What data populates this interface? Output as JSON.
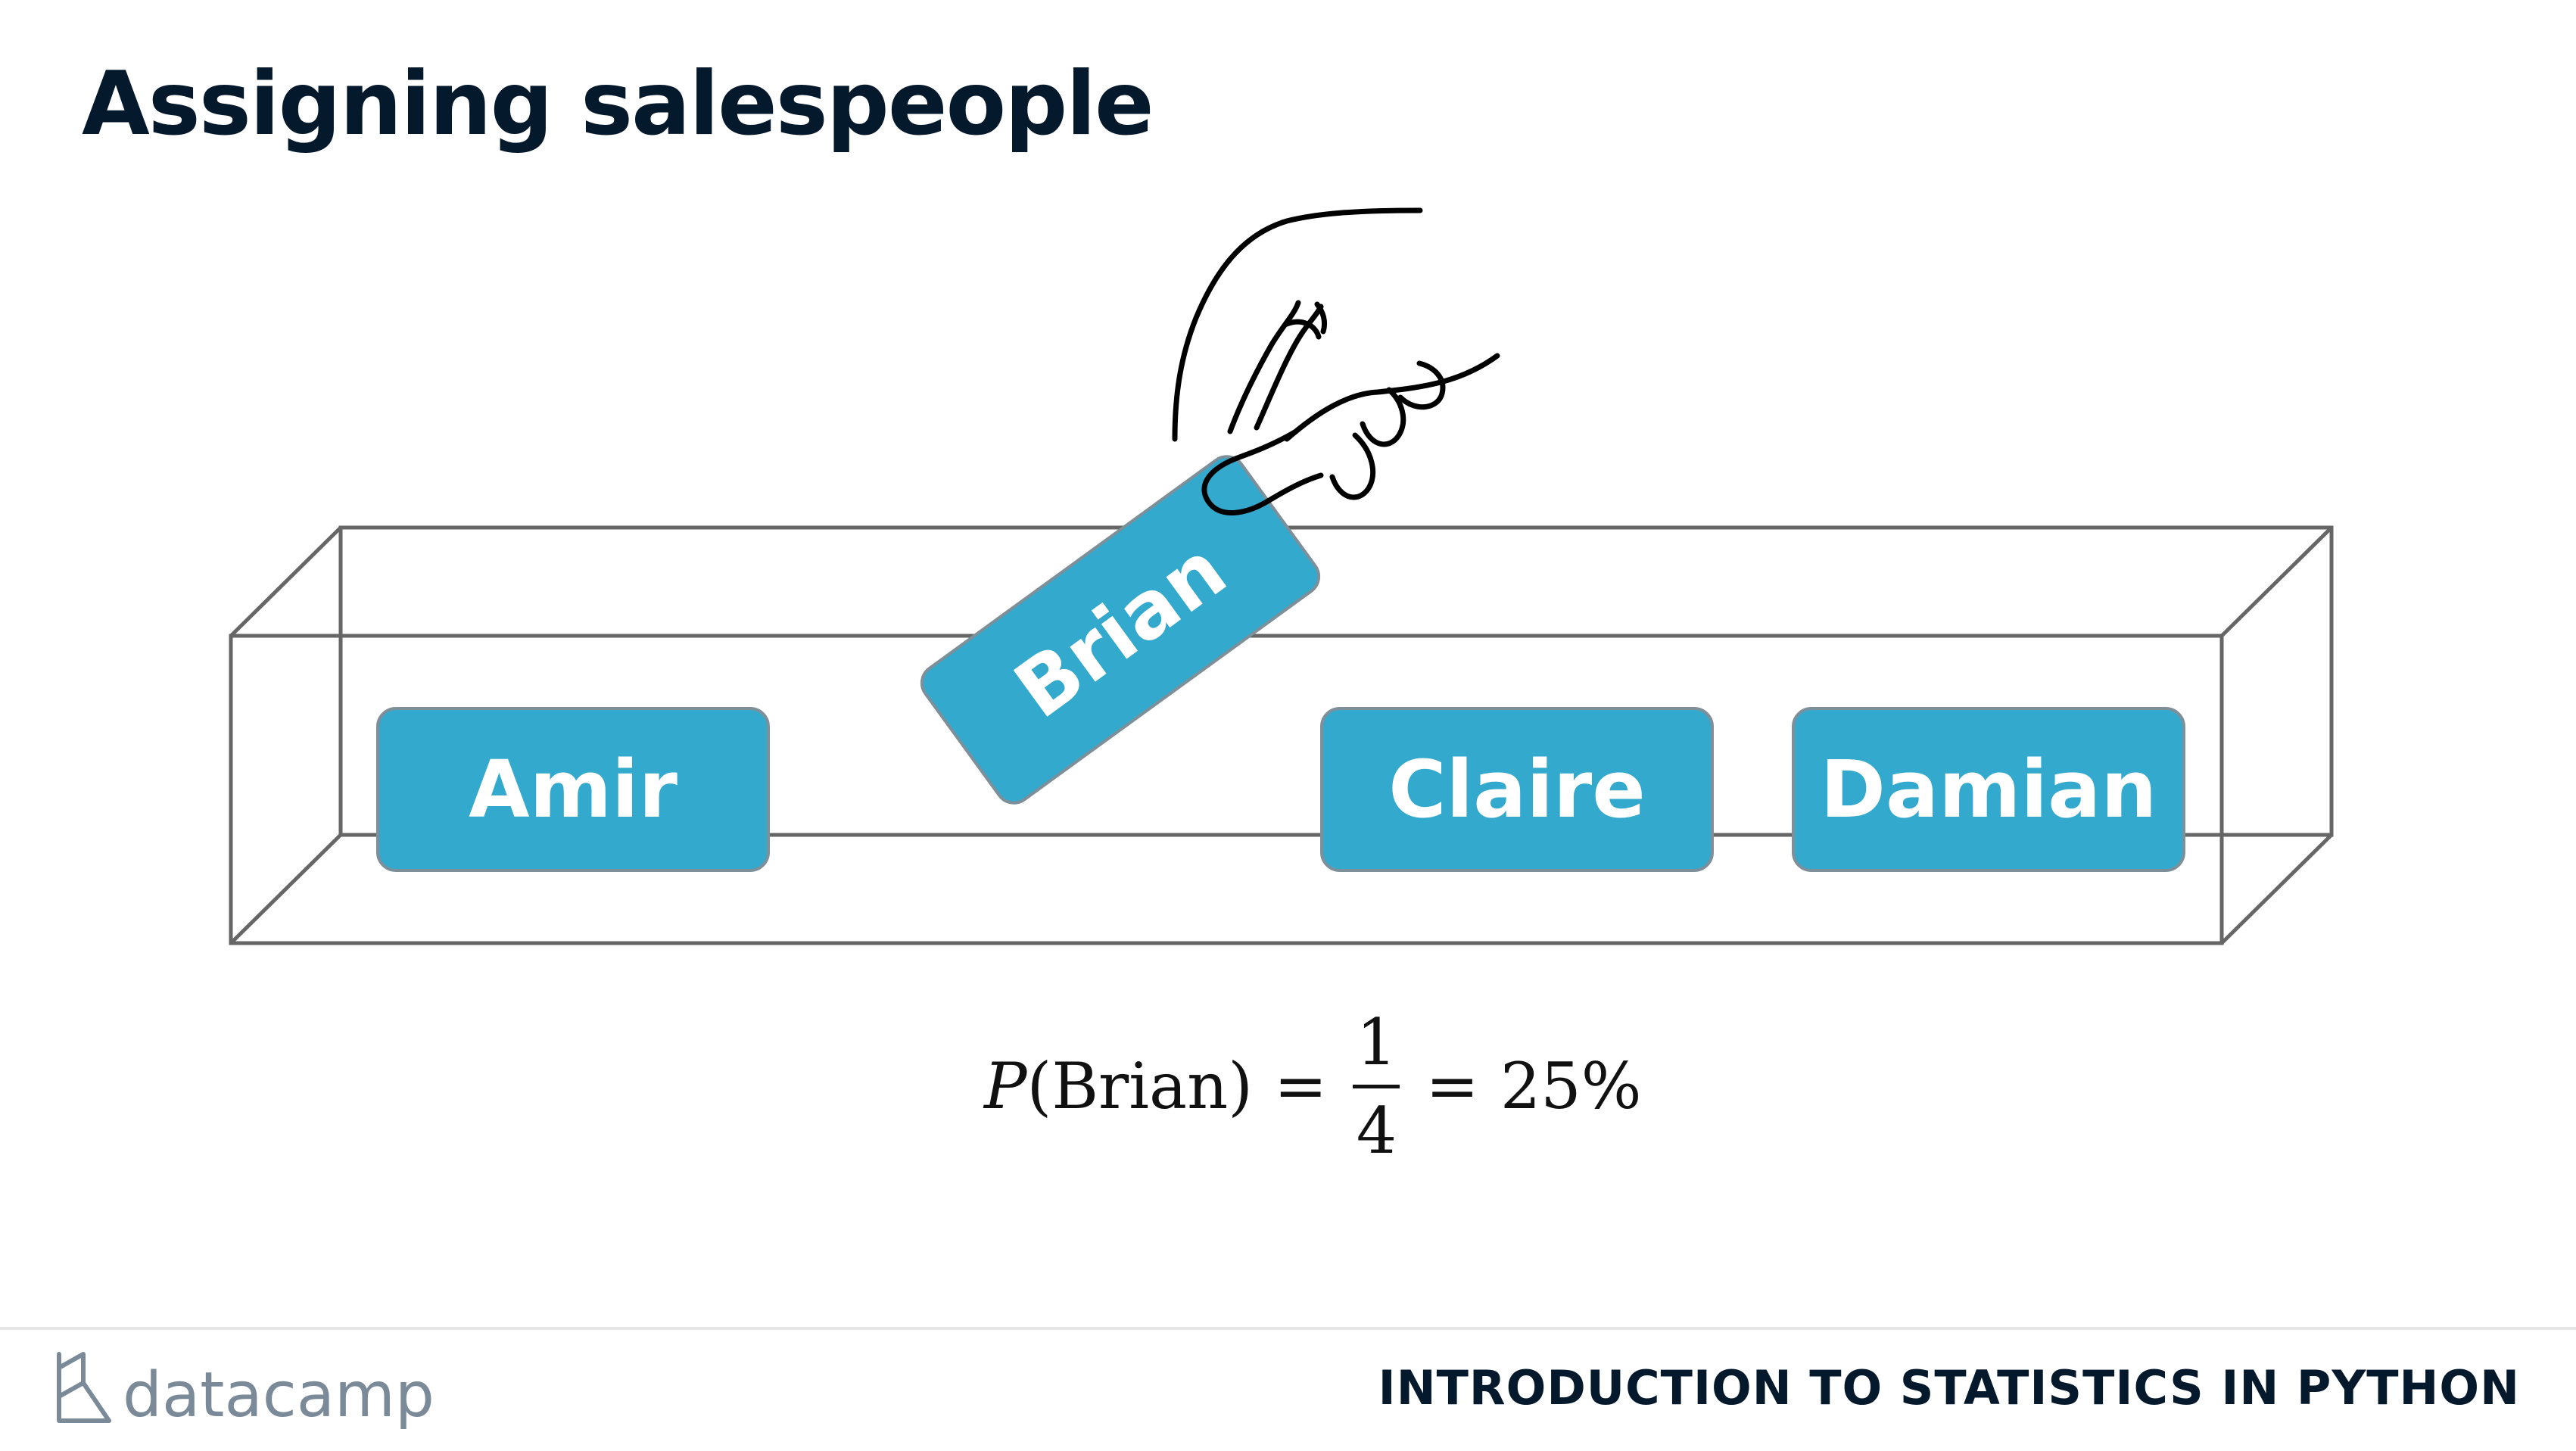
{
  "slide": {
    "title": "Assigning salespeople"
  },
  "cards": {
    "amir": "Amir",
    "brian": "Brian",
    "claire": "Claire",
    "damian": "Damian"
  },
  "formula": {
    "prob": "P",
    "open_paren": "(",
    "argument": "Brian",
    "close_paren": ")",
    "equals_1": "=",
    "numerator": "1",
    "denominator": "4",
    "equals_2": "=",
    "result": "25%"
  },
  "footer": {
    "brand": "datacamp",
    "course": "INTRODUCTION TO STATISTICS IN PYTHON"
  },
  "colors": {
    "card_fill": "#33a9cd",
    "card_border": "#7d8f99",
    "title": "#05192d",
    "box_lines": "#666666",
    "logo": "#7a8a99"
  },
  "icons": {
    "hand": "hand-picking-icon",
    "box": "box-outline",
    "logo": "datacamp-logo-icon"
  }
}
